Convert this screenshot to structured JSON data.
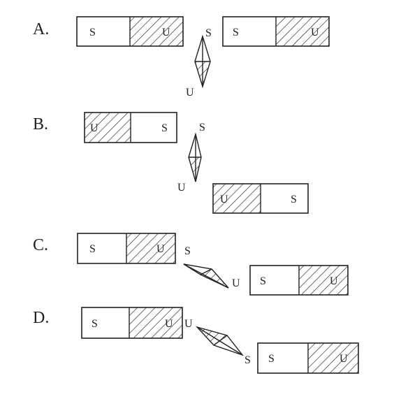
{
  "options": [
    {
      "label": "A.",
      "magnets": [
        {
          "left_pole": "S",
          "right_pole": "U",
          "hatched": "right"
        },
        {
          "left_pole": "S",
          "right_pole": "U",
          "hatched": "right"
        }
      ],
      "needle": {
        "pole_a": "S",
        "pole_b": "U"
      }
    },
    {
      "label": "B.",
      "magnets": [
        {
          "left_pole": "U",
          "right_pole": "S",
          "hatched": "left"
        },
        {
          "left_pole": "U",
          "right_pole": "S",
          "hatched": "left"
        }
      ],
      "needle": {
        "pole_a": "S",
        "pole_b": "U"
      }
    },
    {
      "label": "C.",
      "magnets": [
        {
          "left_pole": "S",
          "right_pole": "U",
          "hatched": "right"
        },
        {
          "left_pole": "S",
          "right_pole": "U",
          "hatched": "right"
        }
      ],
      "needle": {
        "pole_a": "S",
        "pole_b": "U"
      }
    },
    {
      "label": "D.",
      "magnets": [
        {
          "left_pole": "S",
          "right_pole": "U",
          "hatched": "right"
        },
        {
          "left_pole": "S",
          "right_pole": "U",
          "hatched": "right"
        }
      ],
      "needle": {
        "pole_a": "U",
        "pole_b": "S"
      }
    }
  ]
}
